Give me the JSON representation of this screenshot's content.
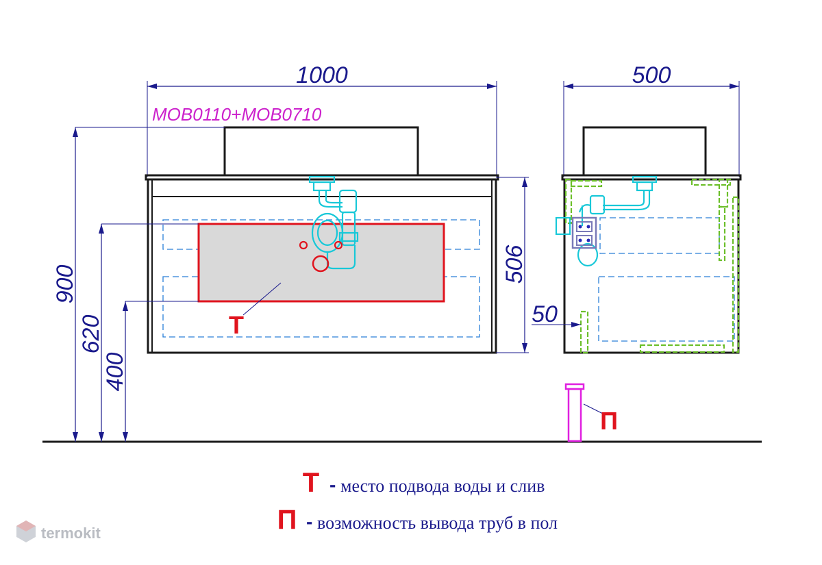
{
  "model_label": "MOB0110+MOB0710",
  "dimensions": {
    "width_front": "1000",
    "depth_side": "500",
    "height_total": "900",
    "height_620": "620",
    "height_400": "400",
    "cabinet_height": "506",
    "offset_50": "50"
  },
  "markers": {
    "t": "Т",
    "p": "П"
  },
  "legend": [
    {
      "mark": "Т",
      "dash": "-",
      "text": "место подвода воды и слив",
      "color": "#e0141e"
    },
    {
      "mark": "П",
      "dash": "-",
      "text": "возможность вывода труб в пол",
      "color": "#e0141e"
    }
  ],
  "watermark": "termokit",
  "colors": {
    "dimension": "#1a1a8c",
    "model": "#cc22cc",
    "outline": "#1a1a1a",
    "marker_red": "#e0141e",
    "zone_fill": "#d9d9d9",
    "drawer_dash": "#2a7fd8",
    "siphon": "#18c8d8",
    "green_parts": "#6cbf2a",
    "floor_pipe": "#e020e0"
  }
}
